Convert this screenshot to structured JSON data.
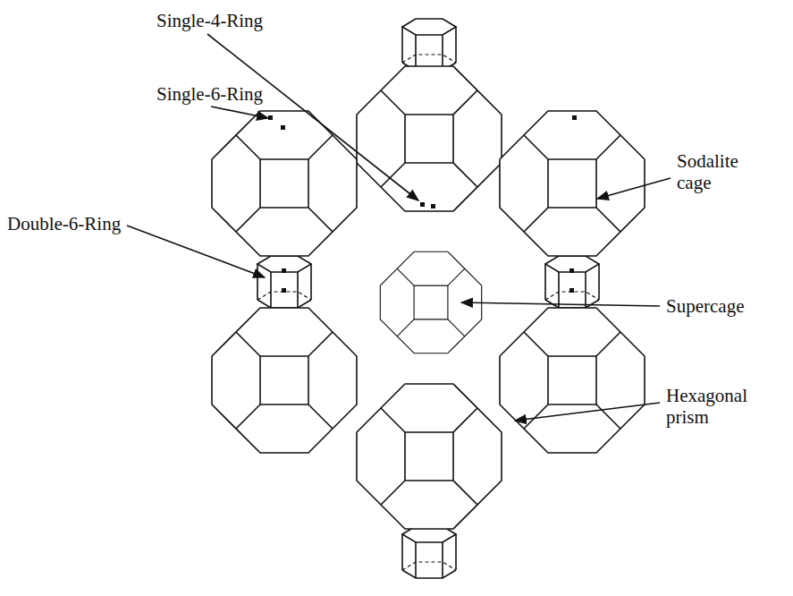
{
  "diagram": {
    "labels": [
      "Single-4-Ring",
      "Single-6-Ring",
      "Double-6-Ring",
      "Sodalite cage",
      "Supercage",
      "Hexagonal prism"
    ]
  }
}
